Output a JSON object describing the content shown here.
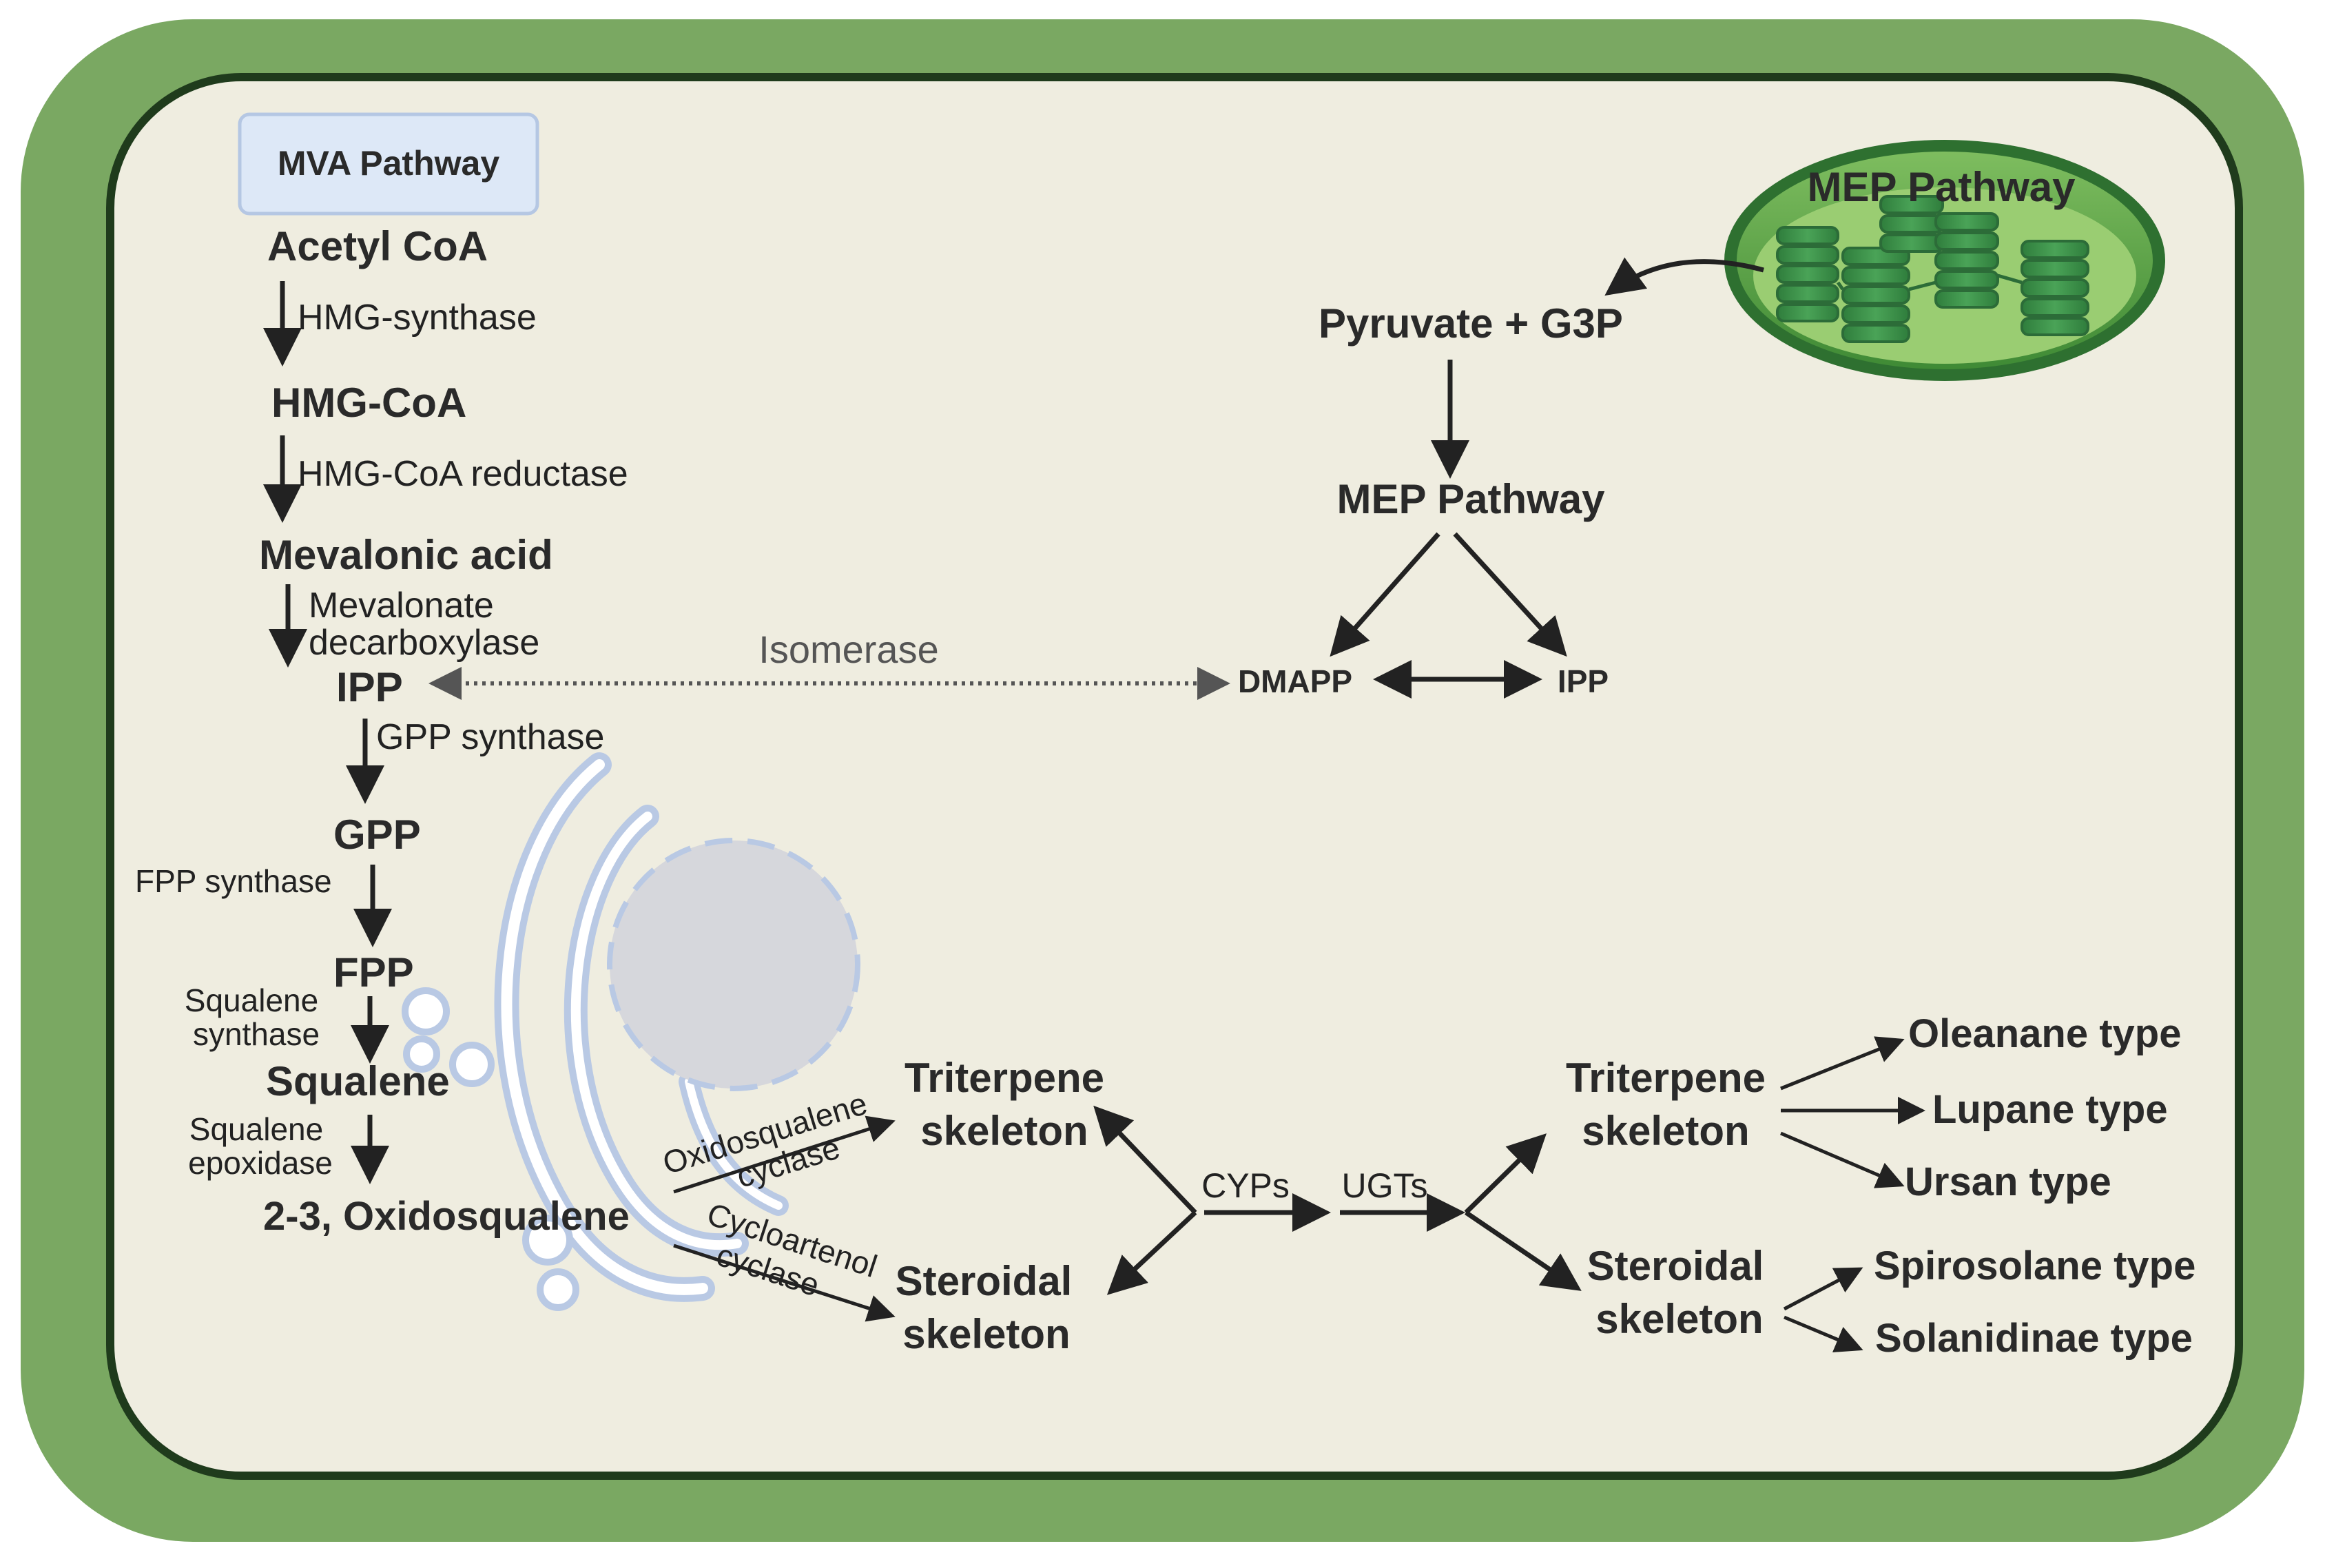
{
  "mva": {
    "title": "MVA Pathway",
    "acetyl_coa": "Acetyl CoA",
    "hmg_synthase": "HMG-synthase",
    "hmg_coa": "HMG-CoA",
    "hmg_coa_reductase": "HMG-CoA reductase",
    "mevalonic_acid": "Mevalonic acid",
    "mevalonate_decarboxylase_1": "Mevalonate",
    "mevalonate_decarboxylase_2": "decarboxylase",
    "ipp": "IPP",
    "gpp_synthase": "GPP synthase",
    "gpp": "GPP",
    "fpp_synthase": "FPP synthase",
    "fpp": "FPP",
    "squalene_synthase_1": "Squalene",
    "squalene_synthase_2": "synthase",
    "squalene": "Squalene",
    "squalene_epoxidase_1": "Squalene",
    "squalene_epoxidase_2": "epoxidase",
    "oxidosqualene": "2-3, Oxidosqualene"
  },
  "isomerase": "Isomerase",
  "mep": {
    "chloroplast_label": "MEP Pathway",
    "pyruvate_g3p": "Pyruvate + G3P",
    "pathway": "MEP Pathway",
    "dmapp": "DMAPP",
    "ipp": "IPP"
  },
  "cyclases": {
    "oxidosqualene_cyclase_1": "Oxidosqualene",
    "oxidosqualene_cyclase_2": "cyclase",
    "cycloartenol_cyclase_1": "Cycloartenol",
    "cycloartenol_cyclase_2": "cyclase"
  },
  "skeletons_left": {
    "triterpene_1": "Triterpene",
    "triterpene_2": "skeleton",
    "steroidal_1": "Steroidal",
    "steroidal_2": "skeleton"
  },
  "enzymes_mid": {
    "cyps": "CYPs",
    "ugts": "UGTs"
  },
  "skeletons_right": {
    "triterpene_1": "Triterpene",
    "triterpene_2": "skeleton",
    "steroidal_1": "Steroidal",
    "steroidal_2": "skeleton"
  },
  "products": {
    "oleanane": "Oleanane type",
    "lupane": "Lupane type",
    "ursan": "Ursan type",
    "spirosolane": "Spirosolane type",
    "solanidinae": "Solanidinae type"
  },
  "colors": {
    "cell_wall": "#7aa862",
    "cytoplasm": "#efede0",
    "membrane": "#1f3b1c",
    "chloroplast": "#4f9a3f",
    "er_golgi": "#b9c9e4",
    "nucleus": "#d6d7dc",
    "label_box": "#dde8f7"
  }
}
